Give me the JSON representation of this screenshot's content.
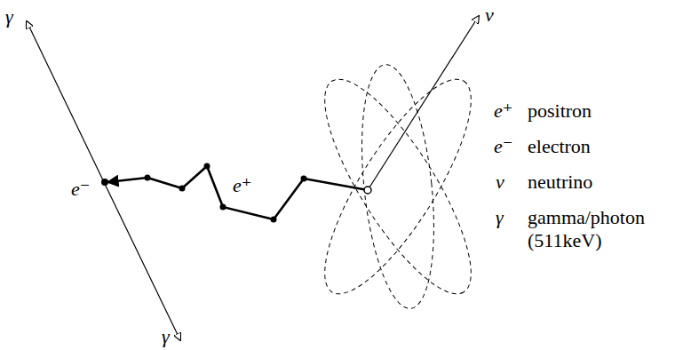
{
  "diagram": {
    "labels": [
      "γ",
      "ν",
      "e⁻",
      "e⁺",
      "γ",
      "e⁺",
      "positron",
      "e⁻",
      "electron",
      "ν",
      "neutrino",
      "γ",
      "gamma/photon (511keV)"
    ]
  }
}
